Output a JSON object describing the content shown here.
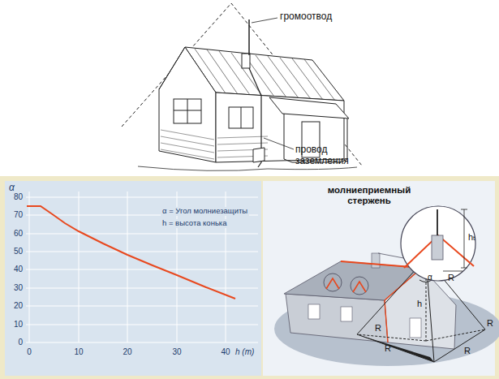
{
  "diagram": {
    "labels": [
      "громоотвод",
      "провод заземления",
      "α",
      "80",
      "70",
      "60",
      "50",
      "40",
      "30",
      "20",
      "10",
      "0",
      "0",
      "10",
      "20",
      "30",
      "40",
      "h (m)",
      "α = Угол молниезащиты",
      "h = высота конька",
      "молниеприемный стержень",
      "hₜ",
      "R",
      "h",
      "α",
      "R",
      "R",
      "R",
      "R"
    ]
  }
}
